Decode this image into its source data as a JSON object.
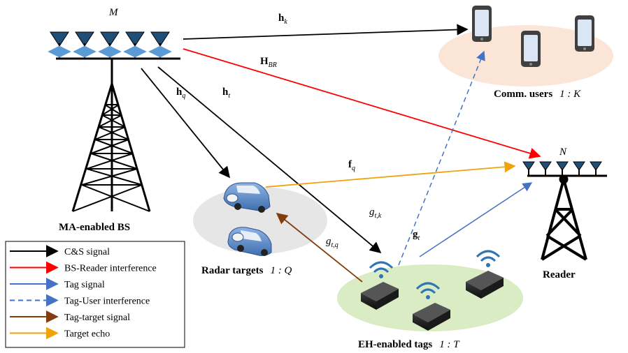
{
  "base_station": {
    "label": "MA-enabled BS",
    "antenna_count": "M"
  },
  "comm_users": {
    "label": "Comm. users",
    "range": "1 : K"
  },
  "reader": {
    "label": "Reader",
    "antenna_count": "N"
  },
  "radar_targets": {
    "label": "Radar targets",
    "range": "1 : Q"
  },
  "tags": {
    "label": "EH-enabled tags",
    "range": "1 : T"
  },
  "channels": {
    "h_k": {
      "base": "h",
      "sub": "k"
    },
    "H_BR": {
      "base": "H",
      "sub": "BR"
    },
    "h_q": {
      "base": "h",
      "sub": "q"
    },
    "h_t": {
      "base": "h",
      "sub": "t"
    },
    "f_q": {
      "base": "f",
      "sub": "q"
    },
    "g_t": {
      "base": "g",
      "sub": "t"
    },
    "g_tk": {
      "base": "g",
      "sub": "t,k"
    },
    "g_tq": {
      "base": "g",
      "sub": "t,q"
    }
  },
  "legend": [
    {
      "label": "C&S signal",
      "color": "#000000",
      "dashed": false
    },
    {
      "label": "BS-Reader interference",
      "color": "#ff0000",
      "dashed": false
    },
    {
      "label": "Tag signal",
      "color": "#4472c4",
      "dashed": false
    },
    {
      "label": "Tag-User interference",
      "color": "#4472c4",
      "dashed": true
    },
    {
      "label": "Tag-target signal",
      "color": "#843c0c",
      "dashed": false
    },
    {
      "label": "Target echo",
      "color": "#f0a30a",
      "dashed": false
    }
  ],
  "colors": {
    "cs": "#000000",
    "interference": "#ff0000",
    "tag": "#4472c4",
    "tag_target": "#843c0c",
    "echo": "#f0a30a",
    "users_area": "#fbe5d6",
    "tags_area": "#d9ecc4",
    "targets_area": "#e6e6e6",
    "antenna": "#1f4e79"
  }
}
